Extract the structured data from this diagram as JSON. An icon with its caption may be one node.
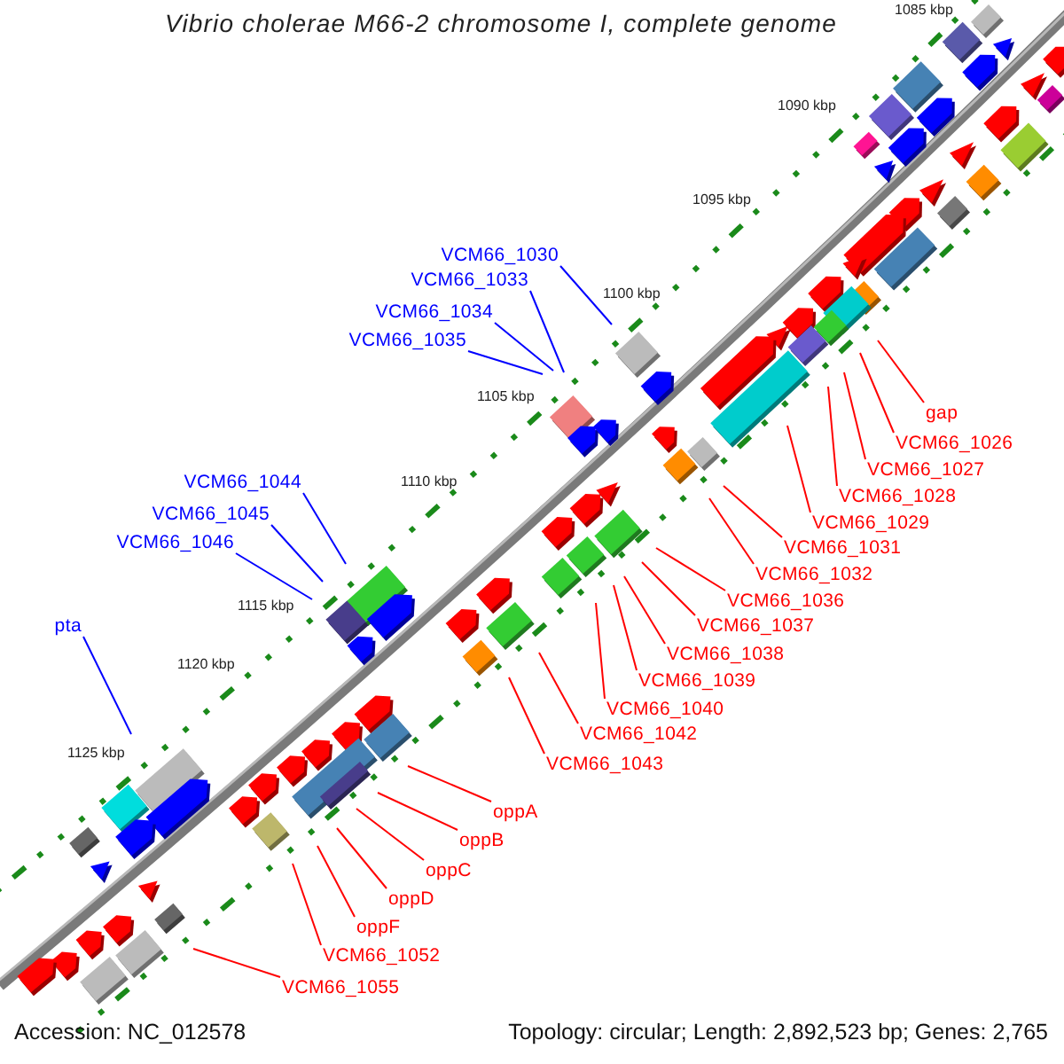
{
  "diagram": {
    "title": "Vibrio cholerae M66-2 chromosome I, complete genome",
    "nodes": [
      {
        "text": [
          "VCM66_1030"
        ]
      },
      {
        "text": [
          "VCM66_1033"
        ]
      },
      {
        "text": [
          "VCM66_1034"
        ]
      },
      {
        "text": [
          "VCM66_1035"
        ]
      },
      {
        "text": [
          "gap"
        ]
      },
      {
        "text": [
          "VCM66_1026"
        ]
      },
      {
        "text": [
          "VCM66_1027"
        ]
      },
      {
        "text": [
          "VCM66_1044"
        ]
      },
      {
        "text": [
          "VCM66_1028"
        ]
      },
      {
        "text": [
          "VCM66_1045"
        ]
      },
      {
        "text": [
          "VCM66_1029"
        ]
      },
      {
        "text": [
          "VCM66_1046"
        ]
      },
      {
        "text": [
          "VCM66_1031"
        ]
      },
      {
        "text": [
          "VCM66_1032"
        ]
      },
      {
        "text": [
          "VCM66_1036"
        ]
      },
      {
        "text": [
          "pta"
        ]
      },
      {
        "text": [
          "VCM66_1037"
        ]
      },
      {
        "text": [
          "VCM66_1038"
        ]
      },
      {
        "text": [
          "VCM66_1039"
        ]
      },
      {
        "text": [
          "VCM66_1040"
        ]
      },
      {
        "text": [
          "VCM66_1042"
        ]
      },
      {
        "text": [
          "VCM66_1043"
        ]
      },
      {
        "text": [
          "oppA"
        ]
      },
      {
        "text": [
          "oppB"
        ]
      },
      {
        "text": [
          "oppC"
        ]
      },
      {
        "text": [
          "oppD"
        ]
      },
      {
        "text": [
          "oppF"
        ]
      },
      {
        "text": [
          "VCM66_1052"
        ]
      },
      {
        "text": [
          "VCM66_1055"
        ]
      }
    ],
    "edges": [
      {
        "from": 0,
        "to": null,
        "arrow": "none",
        "color": "#0000ff"
      },
      {
        "from": 1,
        "to": null,
        "arrow": "none",
        "color": "#0000ff"
      },
      {
        "from": 2,
        "to": null,
        "arrow": "none",
        "color": "#0000ff"
      },
      {
        "from": 3,
        "to": null,
        "arrow": "none",
        "color": "#0000ff"
      },
      {
        "from": 4,
        "to": null,
        "arrow": "none"
      },
      {
        "from": 5,
        "to": null,
        "arrow": "none"
      },
      {
        "from": 6,
        "to": null,
        "arrow": "none"
      },
      {
        "from": 7,
        "to": null,
        "arrow": "none",
        "color": "#0000ff"
      },
      {
        "from": 8,
        "to": null,
        "arrow": "none"
      },
      {
        "from": 9,
        "to": null,
        "arrow": "none",
        "color": "#0000ff"
      },
      {
        "from": 10,
        "to": null,
        "arrow": "none"
      },
      {
        "from": 11,
        "to": null,
        "arrow": "none",
        "color": "#0000ff"
      },
      {
        "from": 12,
        "to": null,
        "arrow": "none"
      },
      {
        "from": 13,
        "to": null,
        "arrow": "none"
      },
      {
        "from": 14,
        "to": null,
        "arrow": "none"
      },
      {
        "from": 15,
        "to": null,
        "arrow": "none",
        "color": "#0000ff"
      },
      {
        "from": 16,
        "to": null,
        "arrow": "none"
      },
      {
        "from": 17,
        "to": null,
        "arrow": "none"
      },
      {
        "from": 18,
        "to": null,
        "arrow": "none"
      },
      {
        "from": 19,
        "to": null,
        "arrow": "none"
      },
      {
        "from": 20,
        "to": null,
        "arrow": "none"
      },
      {
        "from": 21,
        "to": null,
        "arrow": "none"
      },
      {
        "from": 22,
        "to": null,
        "arrow": "none"
      },
      {
        "from": 23,
        "to": null,
        "arrow": "none"
      },
      {
        "from": 24,
        "to": null,
        "arrow": "none"
      },
      {
        "from": 25,
        "to": null,
        "arrow": "none"
      },
      {
        "from": 26,
        "to": null,
        "arrow": "none"
      },
      {
        "from": 27,
        "to": null,
        "arrow": "none"
      },
      {
        "from": 28,
        "to": null,
        "arrow": "none"
      }
    ],
    "labels": [
      "1085 kbp",
      "1090 kbp",
      "1095 kbp",
      "1100 kbp",
      "1105 kbp",
      "1110 kbp",
      "1115 kbp",
      "1120 kbp",
      "1125 kbp",
      "Accession: NC_012578",
      "Topology: circular; Length: 2,892,523 bp; Genes: 2,765"
    ]
  }
}
